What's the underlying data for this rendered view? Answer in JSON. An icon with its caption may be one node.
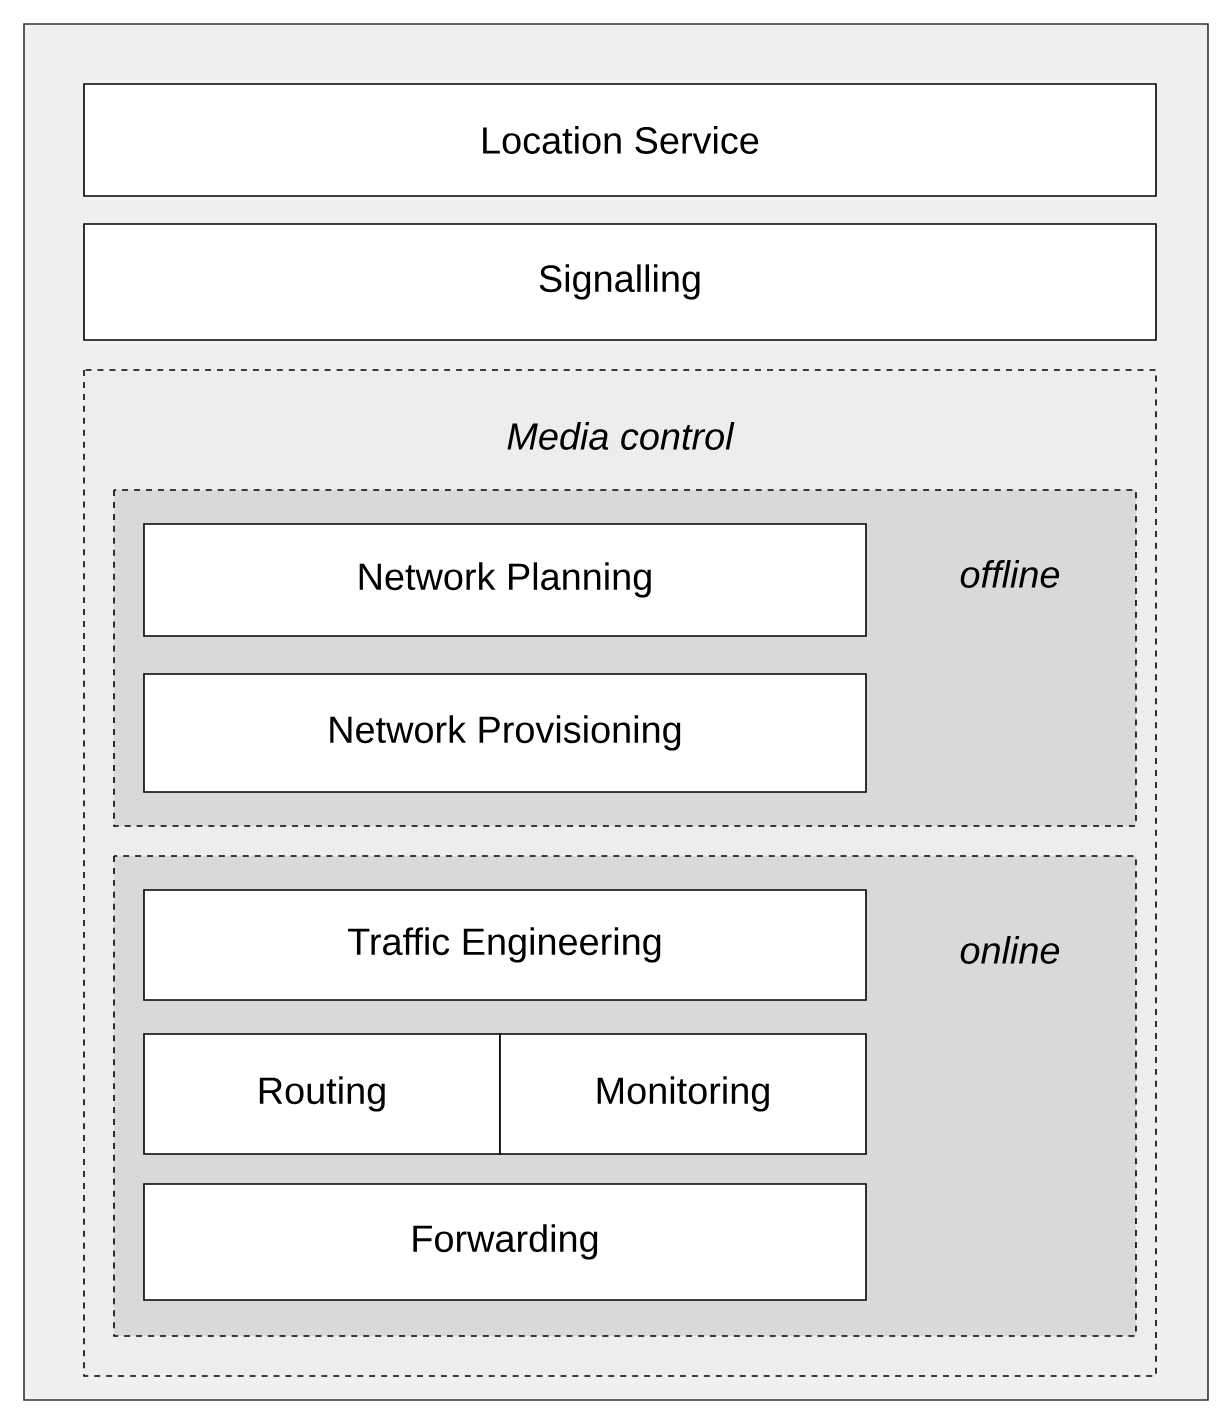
{
  "diagram": {
    "nodes": [
      {
        "text": [
          "Location Service"
        ]
      },
      {
        "text": [
          "Signalling"
        ]
      },
      {
        "text": [
          "Media control"
        ]
      },
      {
        "text": [
          "offline"
        ],
        "in": 2
      },
      {
        "text": [
          "Network Planning"
        ],
        "in": 3
      },
      {
        "text": [
          "Network Provisioning"
        ],
        "in": 3
      },
      {
        "text": [
          "online"
        ],
        "in": 2
      },
      {
        "text": [
          "Traffic Engineering"
        ],
        "in": 6
      },
      {
        "text": [
          "Routing"
        ],
        "in": 6
      },
      {
        "text": [
          "Monitoring"
        ],
        "in": 6
      },
      {
        "text": [
          "Forwarding"
        ],
        "in": 6
      }
    ]
  }
}
